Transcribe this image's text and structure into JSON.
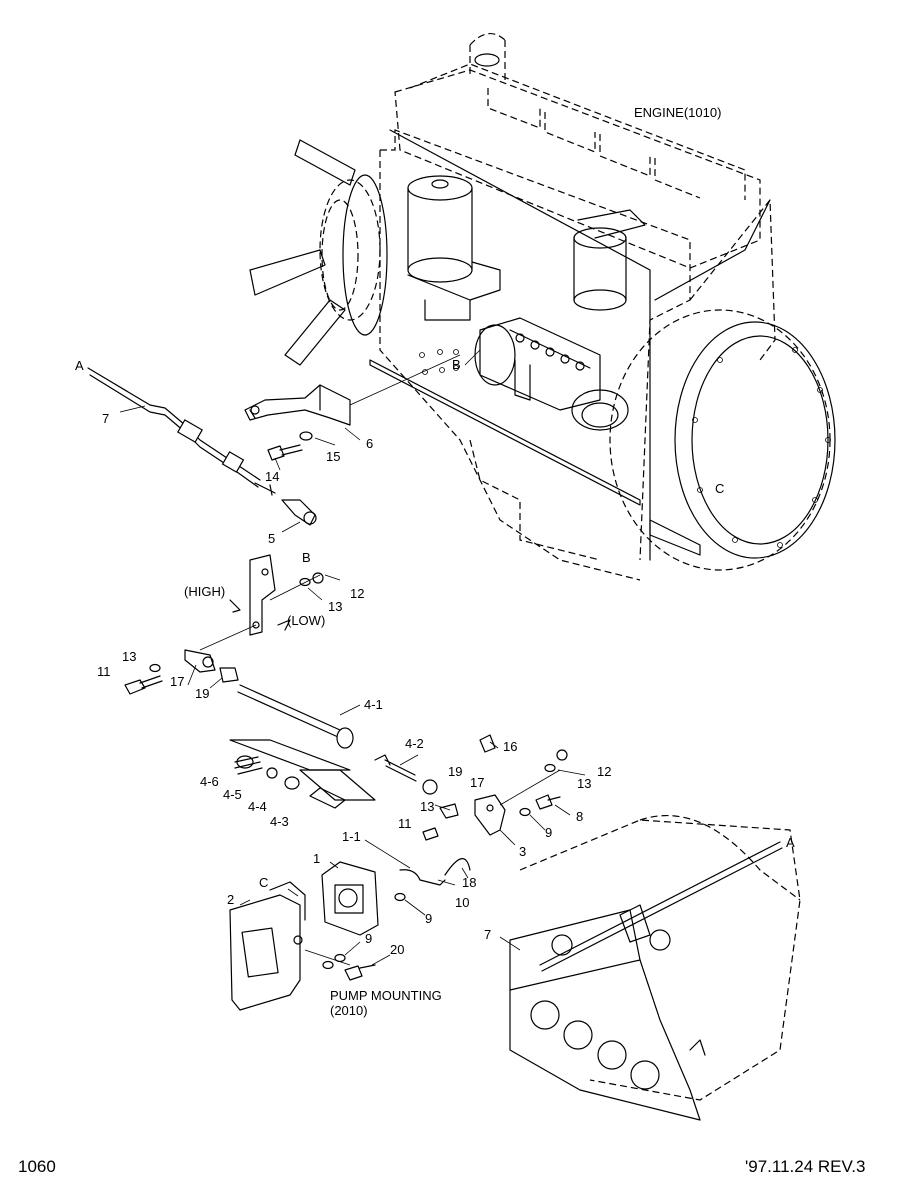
{
  "callouts": {
    "engine": "ENGINE(1010)",
    "pump_mounting_1": "PUMP MOUNTING",
    "pump_mounting_2": "(2010)",
    "high": "(HIGH)",
    "low": "(LOW)"
  },
  "refs": {
    "a_top": "A",
    "a_right": "A",
    "b_engine": "B",
    "b_bracket": "B",
    "c_engine": "C",
    "c_pump": "C"
  },
  "parts": {
    "p7_left": "7",
    "p15": "15",
    "p14": "14",
    "p6": "6",
    "p5": "5",
    "p13_a": "13",
    "p12_a": "12",
    "p13_b": "13",
    "p11_a": "11",
    "p17_a": "17",
    "p19_a": "19",
    "p4_1": "4-1",
    "p4_2": "4-2",
    "p16": "16",
    "p19_b": "19",
    "p17_b": "17",
    "p13_c": "13",
    "p13_d": "13",
    "p12_b": "12",
    "p8": "8",
    "p4_6": "4-6",
    "p4_5": "4-5",
    "p4_4": "4-4",
    "p4_3": "4-3",
    "p11_b": "11",
    "p9_a": "9",
    "p1_1": "1-1",
    "p3": "3",
    "p1": "1",
    "p18": "18",
    "p10": "10",
    "p2": "2",
    "p9_b": "9",
    "p9_c": "9",
    "p20": "20",
    "p7_right": "7"
  },
  "footer": {
    "page_number": "1060",
    "revision": "'97.11.24 REV.3"
  }
}
